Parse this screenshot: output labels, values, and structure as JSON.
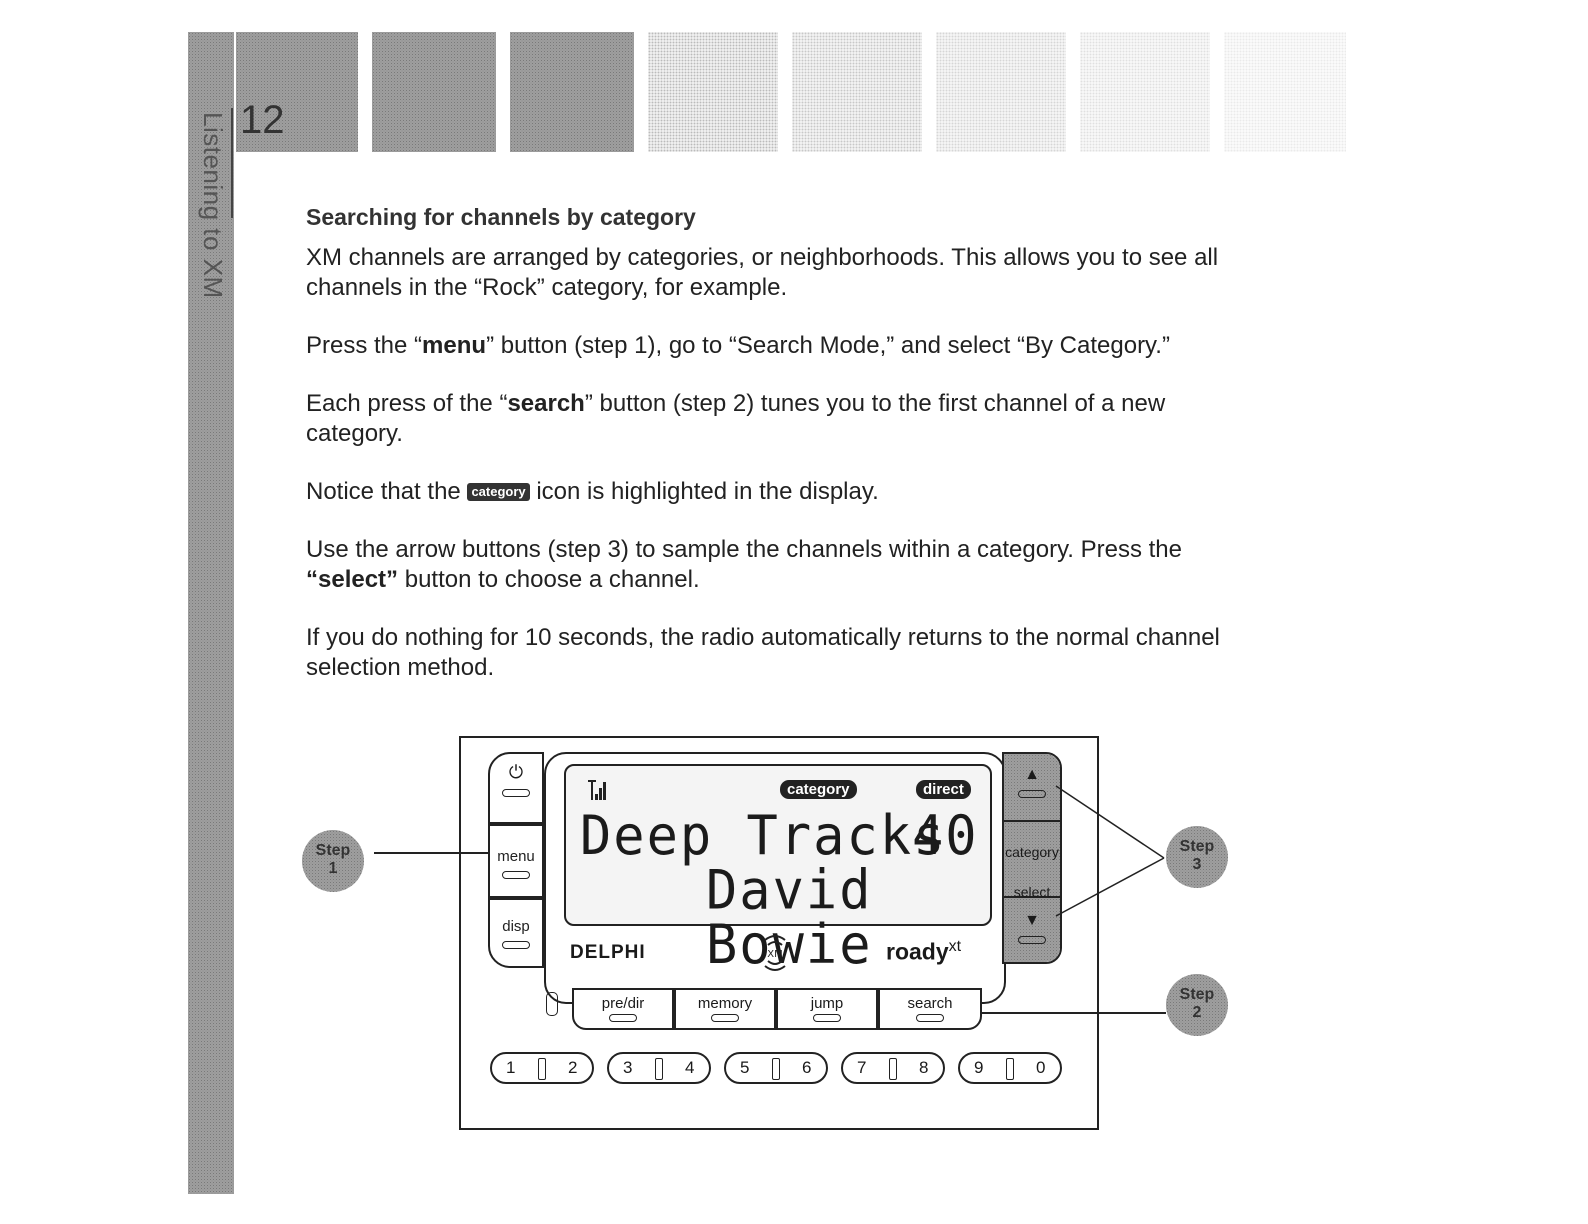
{
  "page": {
    "number": "12",
    "side_tab": "Listening to XM"
  },
  "section": {
    "heading": "Searching for channels by category",
    "p1": "XM channels are arranged by categories, or neighborhoods. This allows you to see all channels in the “Rock” category, for example.",
    "p2_a": "Press the “",
    "p2_b": "menu",
    "p2_c": "” button (step 1), go to “Search Mode,” and select “By Category.”",
    "p3_a": "Each press of the “",
    "p3_b": "search",
    "p3_c": "” button (step 2) tunes you to the first channel of a new category.",
    "p4_a": "Notice that the",
    "p4_icon": "category",
    "p4_b": "icon is highlighted in the display.",
    "p5_a": "Use the arrow buttons (step 3) to sample the channels within a category. Press the ",
    "p5_b": "“select”",
    "p5_c": " button to choose a channel.",
    "p6": "If you do nothing for 10 seconds, the radio automatically returns to the normal channel selection method."
  },
  "radio": {
    "left_buttons": {
      "power_icon": "power-icon",
      "menu": "menu",
      "disp": "disp"
    },
    "lcd": {
      "signal_icon": "signal-strength-icon",
      "category_badge": "category",
      "direct_badge": "direct",
      "line1_channel_name": "Deep Tracks",
      "line1_channel_number": "40",
      "line2_artist": "David Bowie"
    },
    "brand_left": "DELPHI",
    "brand_center_icon": "xm-logo-icon",
    "brand_right": "roady",
    "brand_right_sup": "xt",
    "right_buttons": {
      "up_icon": "up-arrow-icon",
      "select": "select",
      "down_icon": "down-arrow-icon"
    },
    "bottom_buttons": [
      "pre/dir",
      "memory",
      "jump",
      "search"
    ],
    "number_keys": [
      [
        "1",
        "2"
      ],
      [
        "3",
        "4"
      ],
      [
        "5",
        "6"
      ],
      [
        "7",
        "8"
      ],
      [
        "9",
        "0"
      ]
    ]
  },
  "steps": {
    "step1": {
      "word": "Step",
      "num": "1"
    },
    "step2": {
      "word": "Step",
      "num": "2"
    },
    "step3": {
      "word": "Step",
      "num": "3"
    }
  }
}
